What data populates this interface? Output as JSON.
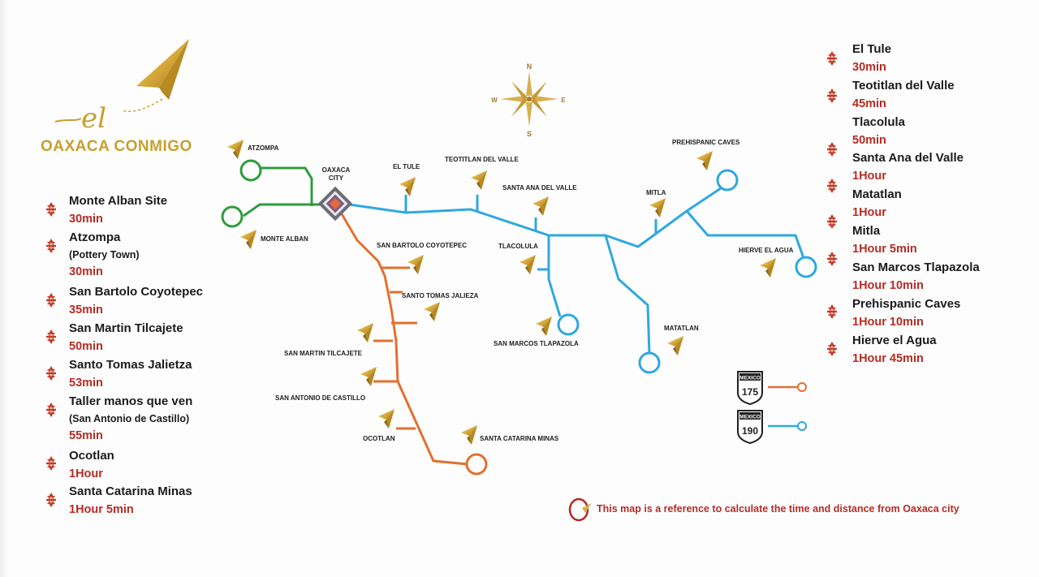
{
  "brand": {
    "script_text": "el",
    "name": "OAXACA CONMIGO"
  },
  "compass": {
    "n": "N",
    "s": "S",
    "e": "E",
    "w": "W"
  },
  "legend_left": [
    {
      "name": "Monte Alban Site",
      "time": "30min"
    },
    {
      "name": "Atzompa",
      "sub": "(Pottery Town)",
      "time": "30min"
    },
    {
      "name": "San Bartolo Coyotepec",
      "time": "35min"
    },
    {
      "name": "San Martin Tilcajete",
      "time": "50min"
    },
    {
      "name": "Santo Tomas Jalietza",
      "time": "53min"
    },
    {
      "name": "Taller manos que ven",
      "sub": "(San Antonio de Castillo)",
      "time": "55min"
    },
    {
      "name": "Ocotlan",
      "time": "1Hour"
    },
    {
      "name": "Santa Catarina Minas",
      "time": "1Hour 5min"
    }
  ],
  "legend_right": [
    {
      "name": "El Tule",
      "time": "30min"
    },
    {
      "name": "Teotitlan del Valle",
      "time": "45min"
    },
    {
      "name": "Tlacolula",
      "time": "50min"
    },
    {
      "name": "Santa Ana del Valle",
      "time": "1Hour"
    },
    {
      "name": "Matatlan",
      "time": "1Hour"
    },
    {
      "name": "Mitla",
      "time": "1Hour 5min"
    },
    {
      "name": "San Marcos Tlapazola",
      "time": "1Hour 10min"
    },
    {
      "name": "Prehispanic Caves",
      "time": "1Hour 10min"
    },
    {
      "name": "Hierve el Agua",
      "time": "1Hour 45min"
    }
  ],
  "map_labels": {
    "oaxaca_city_1": "OAXACA",
    "oaxaca_city_2": "CITY",
    "atzompa": "ATZOMPA",
    "monte_alban": "MONTE ALBAN",
    "el_tule": "EL TULE",
    "teotitlan": "TEOTITLAN DEL VALLE",
    "santa_ana": "SANTA ANA DEL VALLE",
    "tlacolula": "TLACOLULA",
    "san_marcos": "SAN MARCOS TLAPAZOLA",
    "mitla": "MITLA",
    "prehispanic": "PREHISPANIC CAVES",
    "hierve": "HIERVE EL AGUA",
    "matatlan": "MATATLAN",
    "san_bartolo": "SAN BARTOLO COYOTEPEC",
    "santo_tomas": "SANTO TOMAS JALIEZA",
    "san_martin": "SAN MARTIN TILCAJETE",
    "san_antonio": "SAN ANTONIO DE CASTILLO",
    "ocotlan": "OCOTLAN",
    "santa_catarina": "SANTA CATARINA MINAS"
  },
  "highways": [
    {
      "country": "MEXICO",
      "number": "175",
      "color": "#e2702e"
    },
    {
      "country": "MEXICO",
      "number": "190",
      "color": "#2fa8df"
    }
  ],
  "route_colors": {
    "green": "#2e9c3e",
    "orange": "#e2702e",
    "blue": "#2fa8df"
  },
  "footnote": "This map is a reference to calculate the time and distance from Oaxaca city"
}
